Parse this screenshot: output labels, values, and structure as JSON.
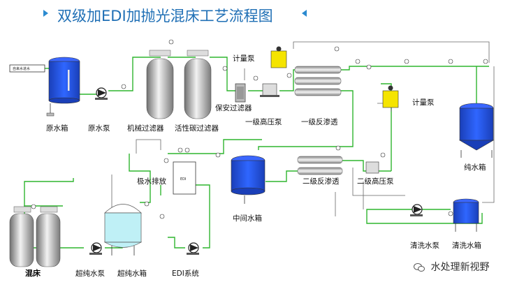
{
  "title": "双级加EDI加抛光混床工艺流程图",
  "watermark": "水处理新视野",
  "labels": {
    "tap_water": "自来水进水",
    "raw_tank": "原水箱",
    "raw_pump": "原水泵",
    "mech_filter": "机械过滤器",
    "carbon_filter": "活性碳过滤器",
    "security_filter": "保安过滤器",
    "dosing_pump_1": "计量泵",
    "hp_pump_1": "一级高压泵",
    "ro_1": "一级反渗透",
    "dosing_pump_2": "计量泵",
    "pure_tank": "纯水箱",
    "conc_drain": "极水排放",
    "edi_box": "EDI",
    "mid_tank": "中间水箱",
    "ro_2": "二级反渗透",
    "hp_pump_2": "二级高压泵",
    "mixed_bed": "混床",
    "up_pump": "超纯水泵",
    "up_tank": "超纯水箱",
    "edi_system": "EDI系统",
    "clean_pump": "清洗水泵",
    "clean_tank": "清洗水箱"
  },
  "colors": {
    "title": "#1f6fb5",
    "water_line": "#2fb52f",
    "pipe": "#555555",
    "tank_blue": "#1f4fd8",
    "tank_light": "#bff0f6",
    "dosing_yellow": "#f5e400"
  }
}
